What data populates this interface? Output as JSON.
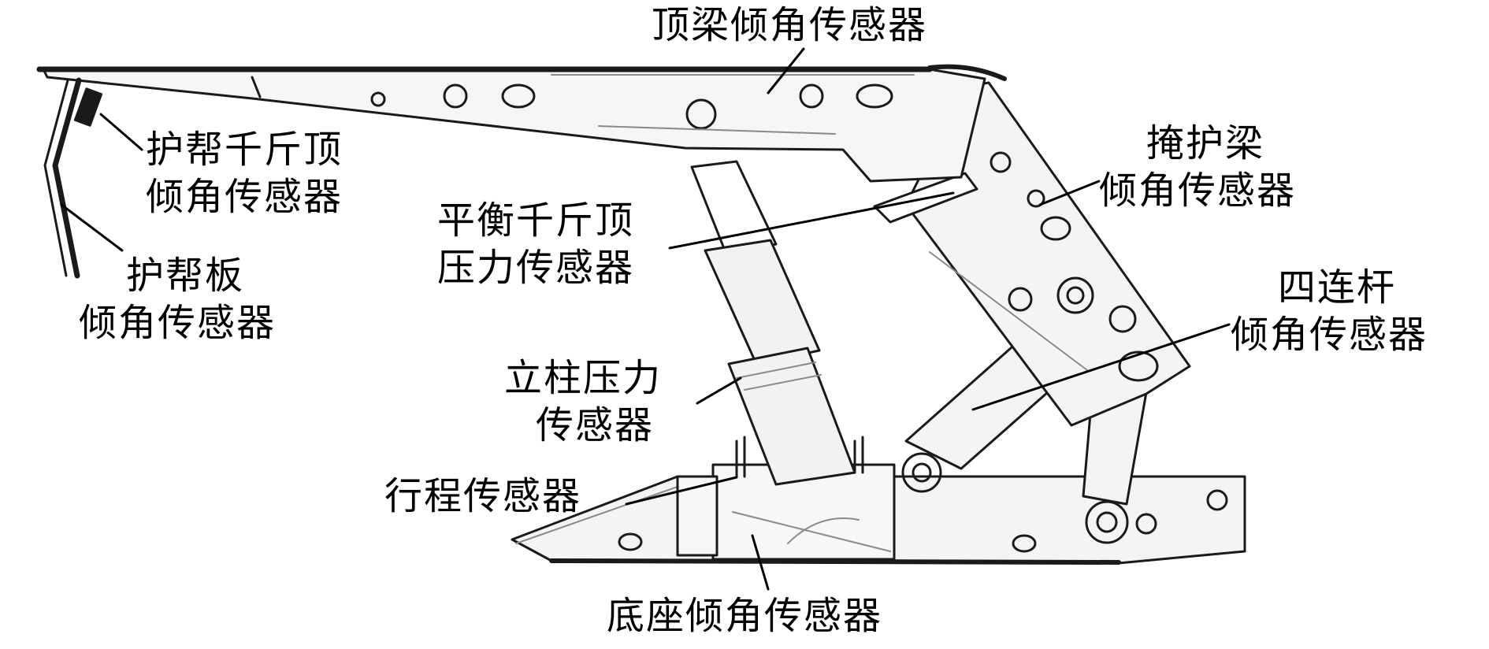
{
  "labels": {
    "canopy_tilt": "顶梁倾角传感器",
    "sideguard_jack_tilt": [
      "护帮千斤顶",
      "倾角传感器"
    ],
    "sideguard_plate_tilt": [
      "护帮板",
      "倾角传感器"
    ],
    "shield_beam_tilt": [
      "掩护梁",
      "倾角传感器"
    ],
    "balance_jack_pressure": [
      "平衡千斤顶",
      "压力传感器"
    ],
    "four_bar_tilt": [
      "四连杆",
      "倾角传感器"
    ],
    "leg_pressure": [
      "立柱压力",
      "传感器"
    ],
    "stroke_sensor": "行程传感器",
    "base_tilt": "底座倾角传感器"
  },
  "colors": {
    "ink": "#000000",
    "line": "#1a1a1a",
    "fill": "#f4f4f4",
    "detail": "#8a8a8a"
  }
}
